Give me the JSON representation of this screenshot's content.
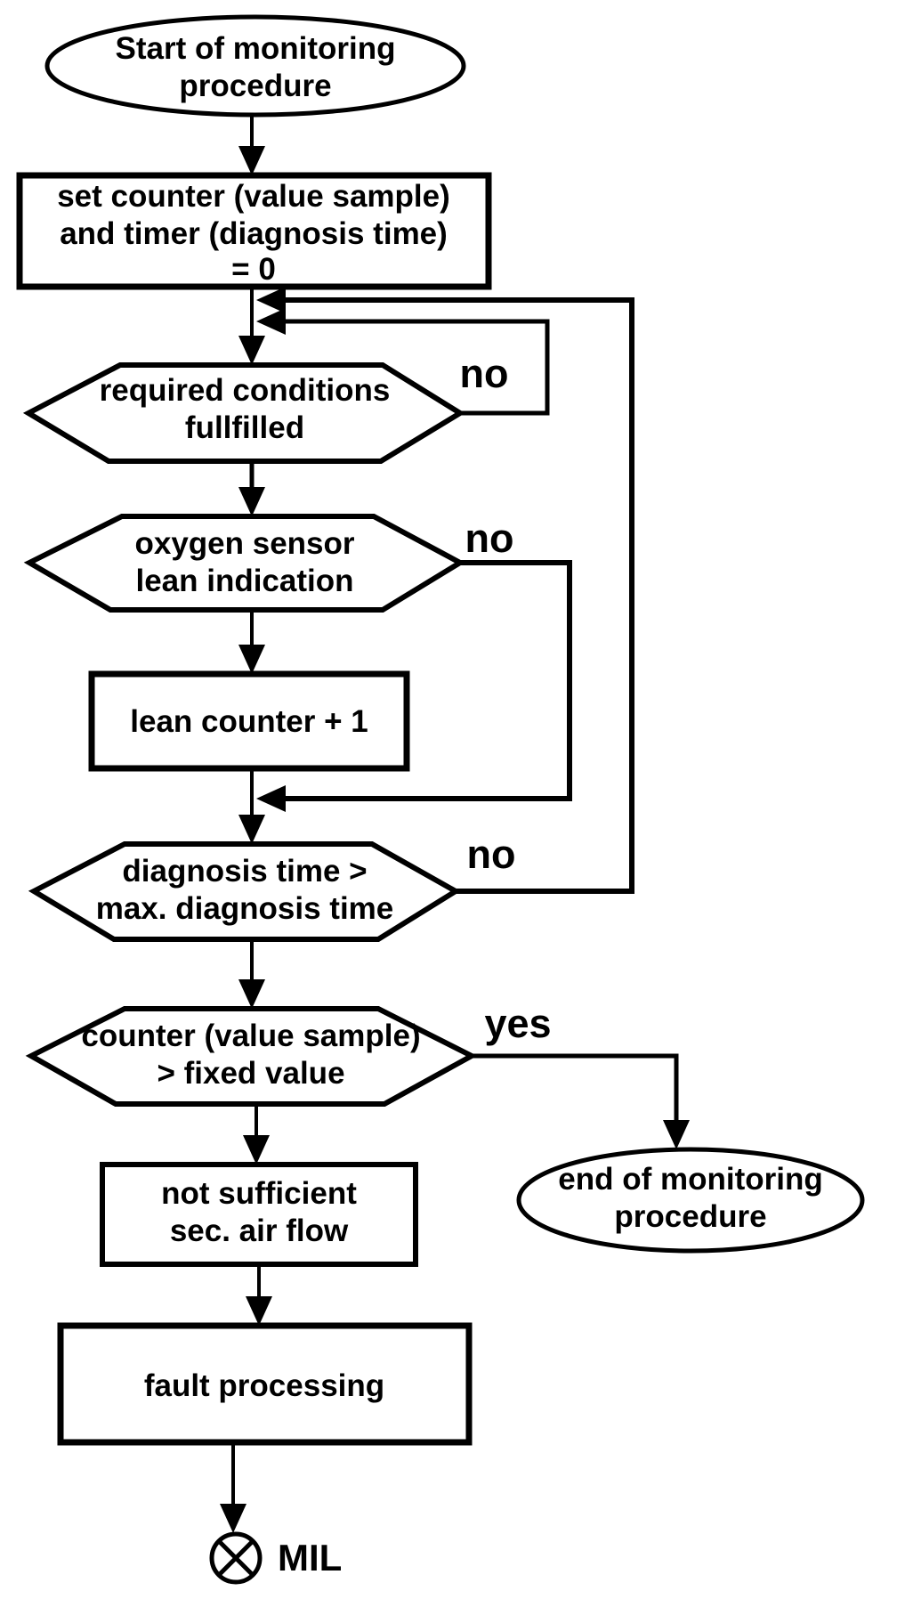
{
  "figure": {
    "background_color": "#ffffff",
    "ink_color": "#000000",
    "type": "flowchart"
  },
  "nodes": {
    "start_terminal": {
      "shape": "oval",
      "lines": [
        "Start of monitoring",
        "procedure"
      ]
    },
    "init_process": {
      "shape": "rect",
      "lines": [
        "set counter (value sample)",
        "and timer (diagnosis time)",
        "= 0"
      ]
    },
    "required_conditions_decision": {
      "shape": "hexagon",
      "lines": [
        "required conditions",
        "fullfilled"
      ]
    },
    "oxygen_sensor_decision": {
      "shape": "hexagon",
      "lines": [
        "oxygen sensor",
        "lean indication"
      ]
    },
    "lean_counter_process": {
      "shape": "rect",
      "lines": [
        "lean counter + 1"
      ]
    },
    "diagnosis_time_decision": {
      "shape": "hexagon",
      "lines": [
        "diagnosis time >",
        "max. diagnosis time"
      ]
    },
    "counter_value_decision": {
      "shape": "hexagon",
      "lines": [
        "counter (value sample)",
        "> fixed value"
      ]
    },
    "not_sufficient_process": {
      "shape": "rect",
      "lines": [
        "not sufficient",
        "sec. air flow"
      ]
    },
    "fault_processing_process": {
      "shape": "rect",
      "lines": [
        "fault processing"
      ]
    },
    "end_terminal": {
      "shape": "oval",
      "lines": [
        "end of monitoring",
        "procedure"
      ]
    },
    "mil_indicator": {
      "shape": "crossed-circle",
      "label": "MIL"
    }
  },
  "edge_labels": {
    "required_conditions_no": "no",
    "oxygen_sensor_no": "no",
    "diagnosis_time_no": "no",
    "counter_value_yes": "yes"
  }
}
